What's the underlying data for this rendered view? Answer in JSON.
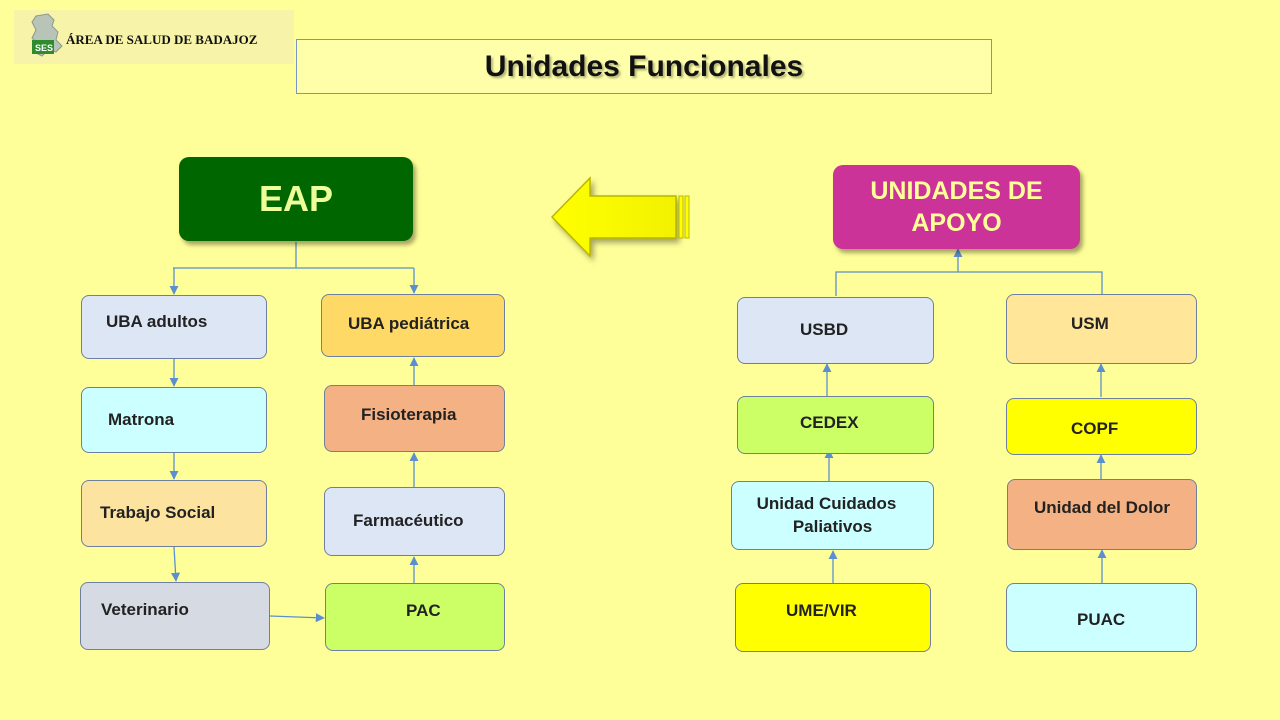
{
  "logo": {
    "text": "ÁREA DE SALUD DE BADAJOZ",
    "abbr": "SES"
  },
  "title": "Unidades Funcionales",
  "eap": {
    "label": "EAP",
    "color": "#006600",
    "text_color": "#eeff99"
  },
  "apoyo": {
    "label_line1": "UNIDADES DE",
    "label_line2": "APOYO",
    "color": "#cc3399"
  },
  "left_units": {
    "uba_adultos": "UBA adultos",
    "matrona": "Matrona",
    "trabajo_social": "Trabajo Social",
    "veterinario": "Veterinario",
    "uba_pediatrica": "UBA pediátrica",
    "fisioterapia": "Fisioterapia",
    "farmaceutico": "Farmacéutico",
    "pac": "PAC"
  },
  "right_units": {
    "usbd": "USBD",
    "cedex": "CEDEX",
    "cuidados_paliativos_line1": "Unidad Cuidados",
    "cuidados_paliativos_line2": "Paliativos",
    "ume_vir": "UME/VIR",
    "usm": "USM",
    "copf": "COPF",
    "unidad_dolor": "Unidad del Dolor",
    "puac": "PUAC"
  },
  "colors": {
    "arrow": "#ffff00",
    "connector": "#5b8fd0"
  }
}
